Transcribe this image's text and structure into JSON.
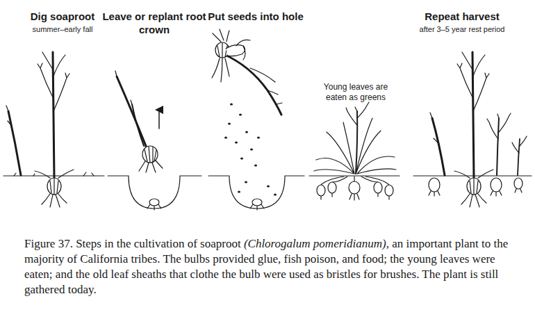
{
  "diagram": {
    "caption": "Figure 37. Steps in the cultivation of soaproot (Chlorogalum pomeridianum), an important plant to the majority of California tribes. The bulbs provided glue, fish poison, and food; the young leaves were eaten; and the old leaf sheaths that clothe the bulb were used as bristles for brushes. The plant is still gathered today.",
    "labels": [
      "Dig soaproot",
      "summer–early fall",
      "Leave or replant root crown",
      "Put seeds into hole",
      "Young leaves are eaten as greens",
      "Repeat harvest",
      "after 3–5 year rest period"
    ]
  }
}
